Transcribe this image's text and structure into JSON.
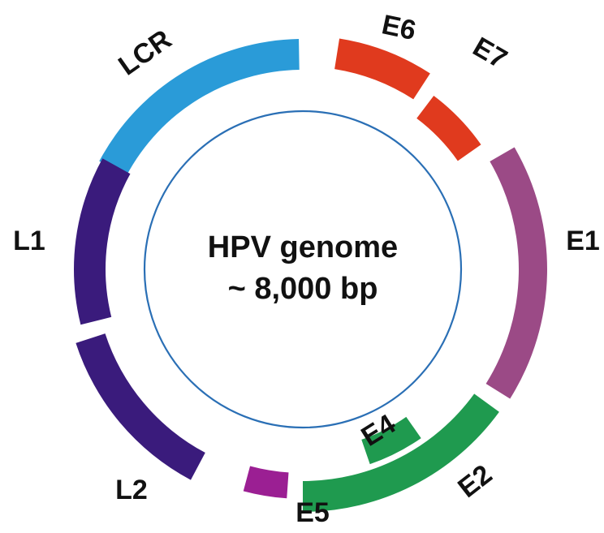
{
  "center": {
    "line1": "HPV genome",
    "line2": "~ 8,000 bp",
    "ring_color": "#2a6fb5"
  },
  "segments": [
    {
      "id": "lcr",
      "label": "LCR",
      "color": "#2a9bd8"
    },
    {
      "id": "e6",
      "label": "E6",
      "color": "#e03a1e"
    },
    {
      "id": "e7",
      "label": "E7",
      "color": "#e03a1e"
    },
    {
      "id": "e1",
      "label": "E1",
      "color": "#9b4a86"
    },
    {
      "id": "e2",
      "label": "E2",
      "color": "#1f9a4f"
    },
    {
      "id": "e4",
      "label": "E4",
      "color": "#1f9a4f"
    },
    {
      "id": "e5",
      "label": "E5",
      "color": "#9b1f93"
    },
    {
      "id": "l2",
      "label": "L2",
      "color": "#3a1b7c"
    },
    {
      "id": "l1",
      "label": "L1",
      "color": "#3a1b7c"
    }
  ]
}
